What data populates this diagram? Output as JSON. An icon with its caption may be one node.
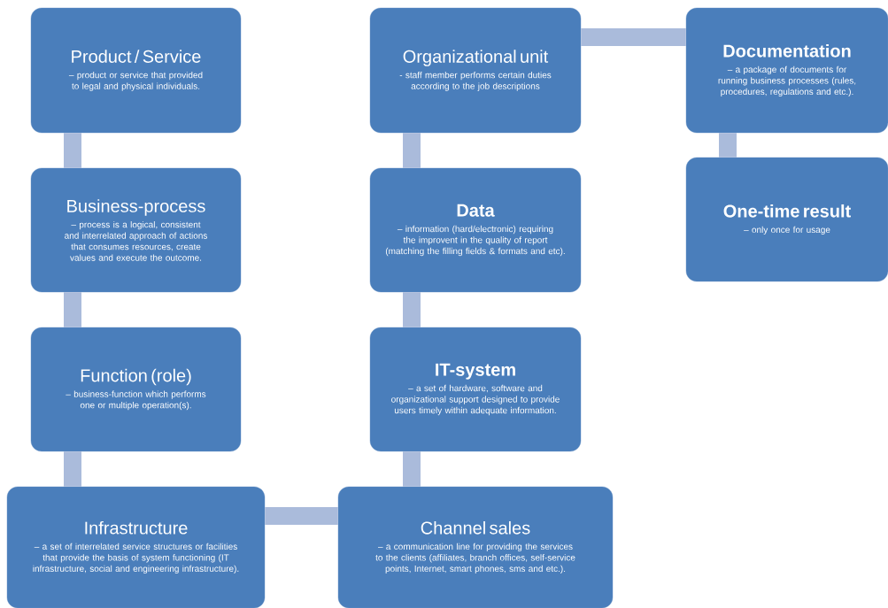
{
  "diagram": {
    "nodes": [
      {
        "text": [
          "Product / Service",
          "– product or service that provided to legal and physical individuals."
        ]
      },
      {
        "text": [
          "Business-process",
          "– process is a logical, consistent and interrelated approach of actions that consumes resources, create values and execute the outcome."
        ]
      },
      {
        "text": [
          "Function (role)",
          "– business-function which performs one or multiple operation(s)."
        ]
      },
      {
        "text": [
          "Infrastructure",
          "– a set of interrelated service structures or facilities that provide the basis of system functioning (IT infrastructure, social and engineering infrastructure)."
        ]
      },
      {
        "text": [
          "Channel sales",
          "– a communication line for providing the services to the clients (affiliates, branch offices, self-service points, Internet, smart phones, sms and etc.)."
        ]
      },
      {
        "text": [
          "IT-system",
          "– a set of hardware, software and organizational support designed to provide users timely within adequate information."
        ]
      },
      {
        "text": [
          "Data",
          "– information (hard/electronic) requiring the improvent in the quality of report (matching the filling fields & formats and etc)."
        ]
      },
      {
        "text": [
          "Organizational unit",
          "- staff member performs certain duties according to the job descriptions"
        ]
      },
      {
        "text": [
          "Documentation",
          "– a package of documents for running business processes (rules, procedures, regulations and etc.)."
        ]
      },
      {
        "text": [
          "One-time result",
          "– only once for usage"
        ]
      }
    ],
    "edges": [
      {
        "from": 0,
        "to": 1,
        "arrow": "none"
      },
      {
        "from": 1,
        "to": 2,
        "arrow": "none"
      },
      {
        "from": 2,
        "to": 3,
        "arrow": "none"
      },
      {
        "from": 3,
        "to": 4,
        "arrow": "none"
      },
      {
        "from": 4,
        "to": 5,
        "arrow": "none"
      },
      {
        "from": 5,
        "to": 6,
        "arrow": "none"
      },
      {
        "from": 6,
        "to": 7,
        "arrow": "none"
      },
      {
        "from": 7,
        "to": 8,
        "arrow": "none"
      },
      {
        "from": 8,
        "to": 9,
        "arrow": "none"
      }
    ]
  }
}
